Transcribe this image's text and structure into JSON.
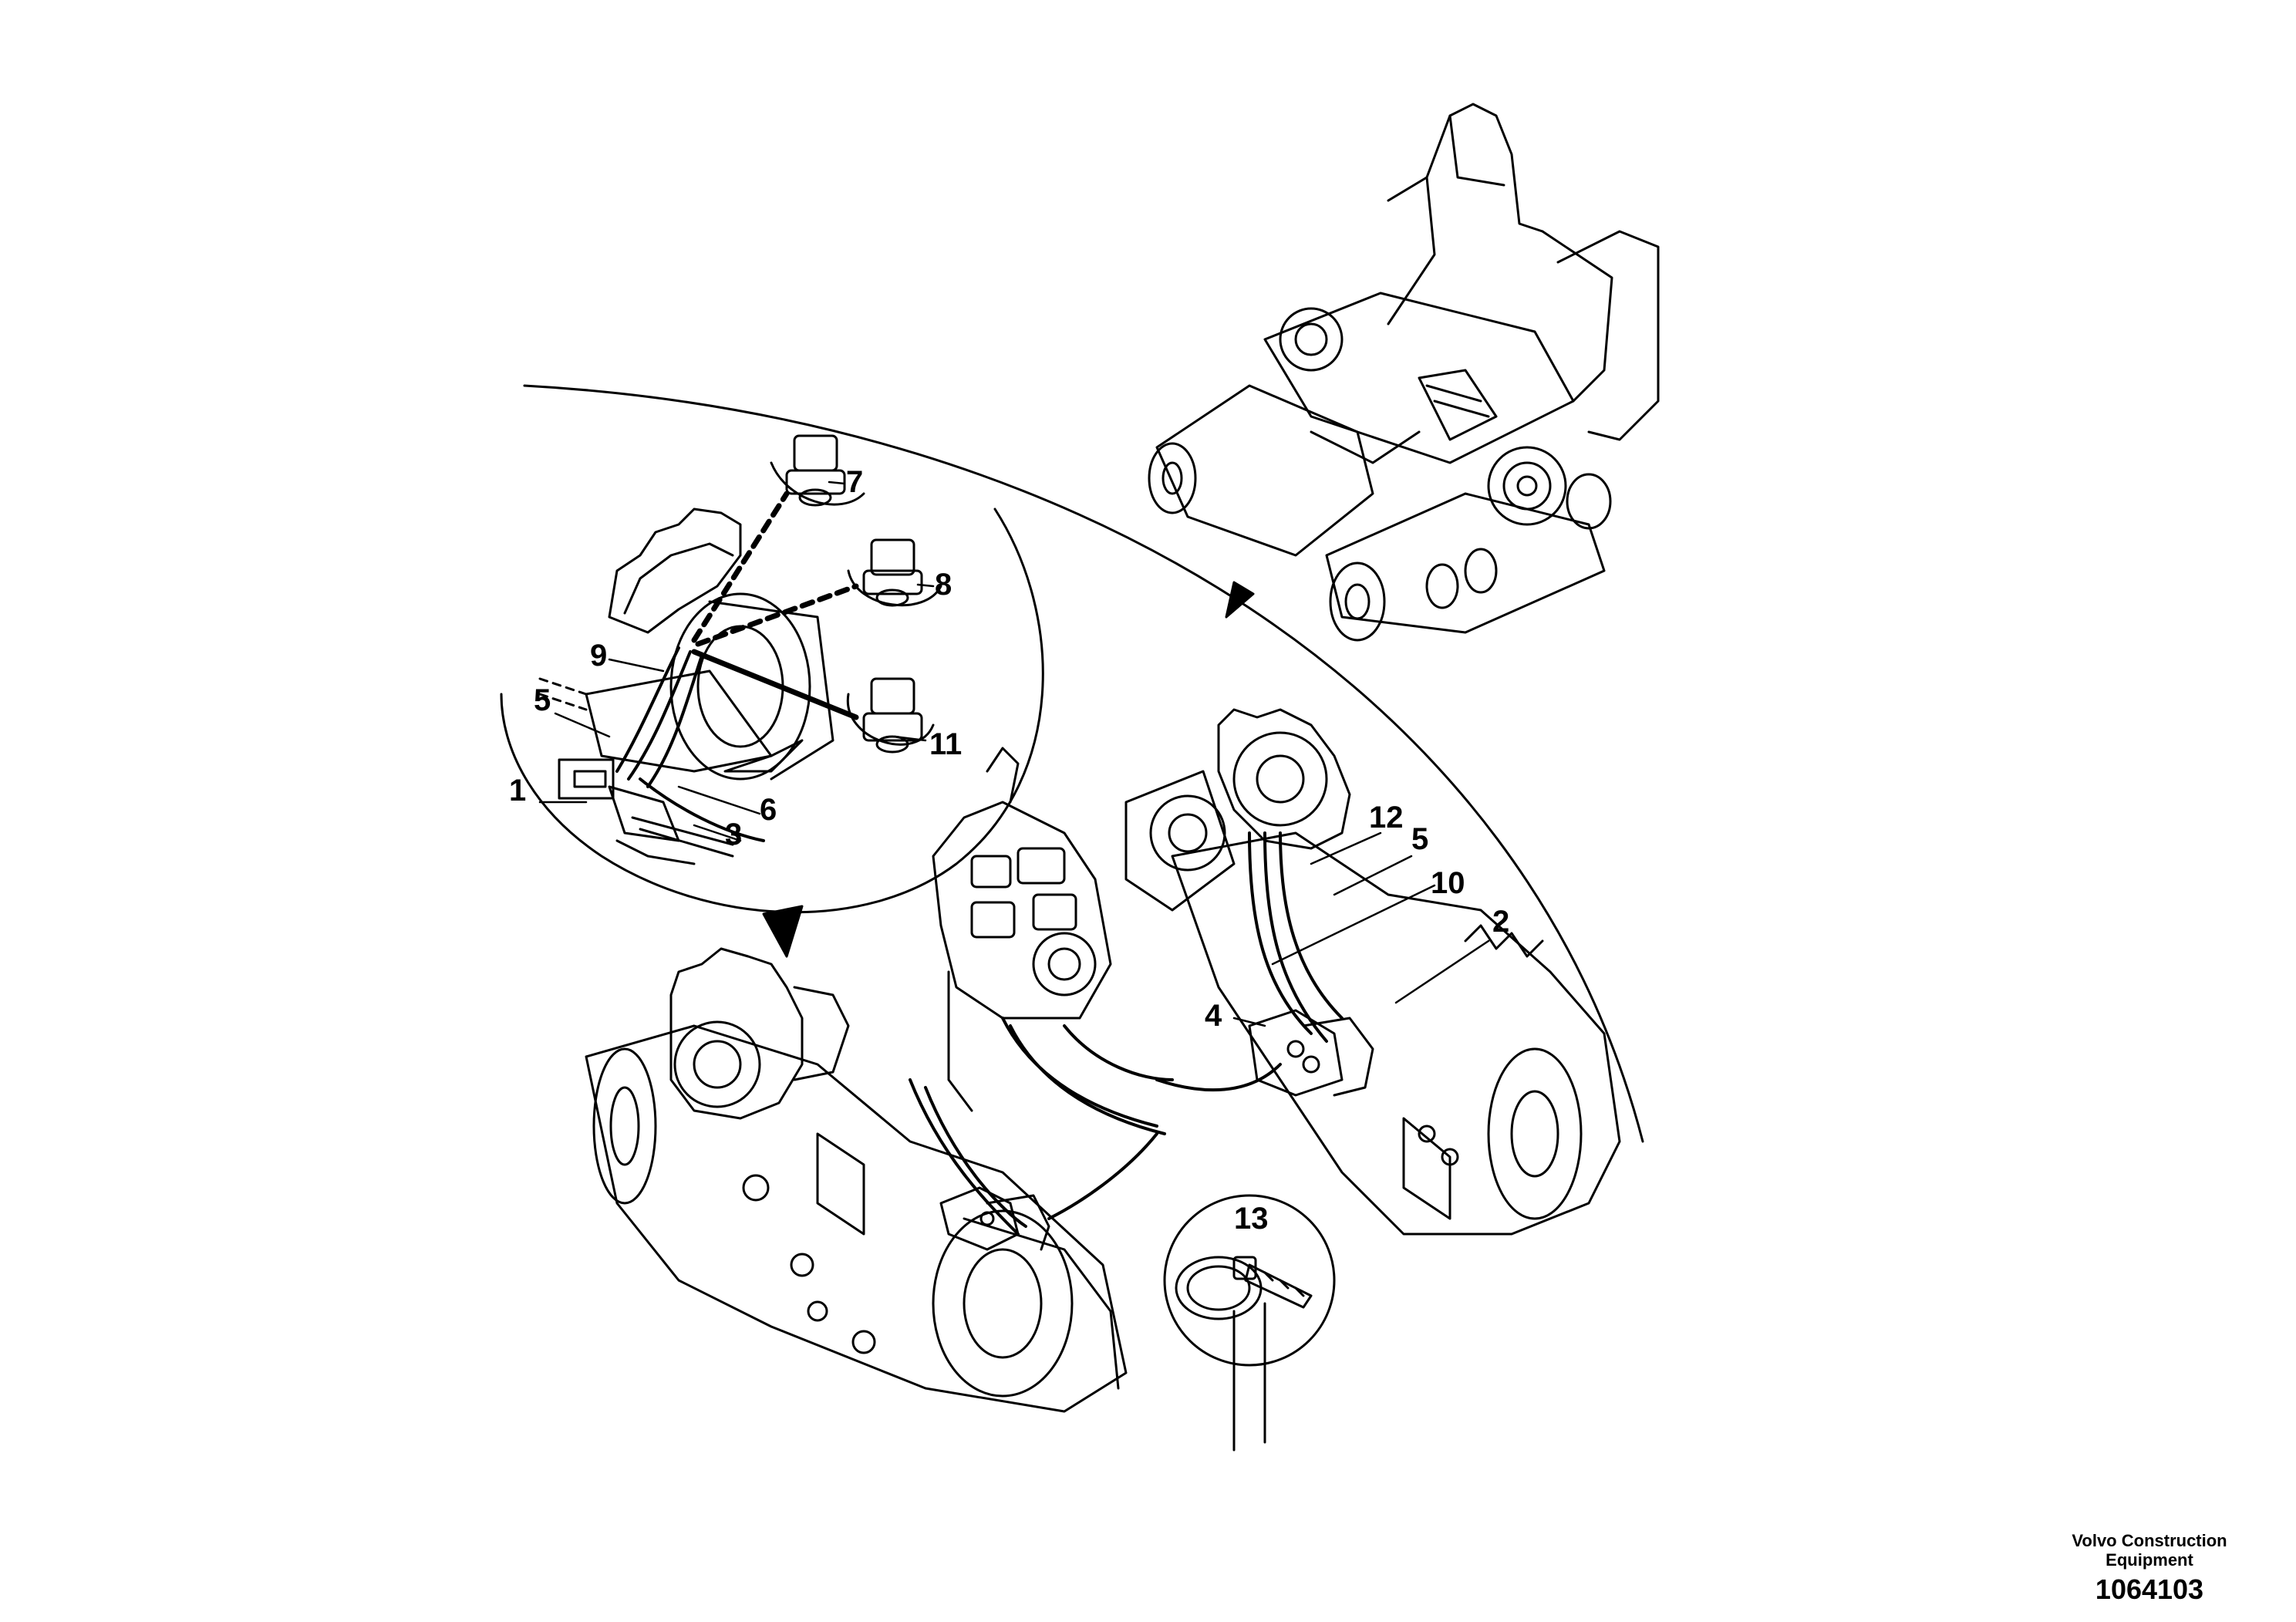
{
  "callouts": [
    {
      "id": "1",
      "text": "1"
    },
    {
      "id": "2",
      "text": "2"
    },
    {
      "id": "3",
      "text": "3"
    },
    {
      "id": "4",
      "text": "4"
    },
    {
      "id": "5a",
      "text": "5"
    },
    {
      "id": "5b",
      "text": "5"
    },
    {
      "id": "6",
      "text": "6"
    },
    {
      "id": "7",
      "text": "7"
    },
    {
      "id": "8",
      "text": "8"
    },
    {
      "id": "9",
      "text": "9"
    },
    {
      "id": "10",
      "text": "10"
    },
    {
      "id": "11",
      "text": "11"
    },
    {
      "id": "12",
      "text": "12"
    },
    {
      "id": "13",
      "text": "13"
    }
  ],
  "footer": {
    "manufacturer_line1": "Volvo Construction",
    "manufacturer_line2": "Equipment",
    "document_number": "1064103"
  }
}
